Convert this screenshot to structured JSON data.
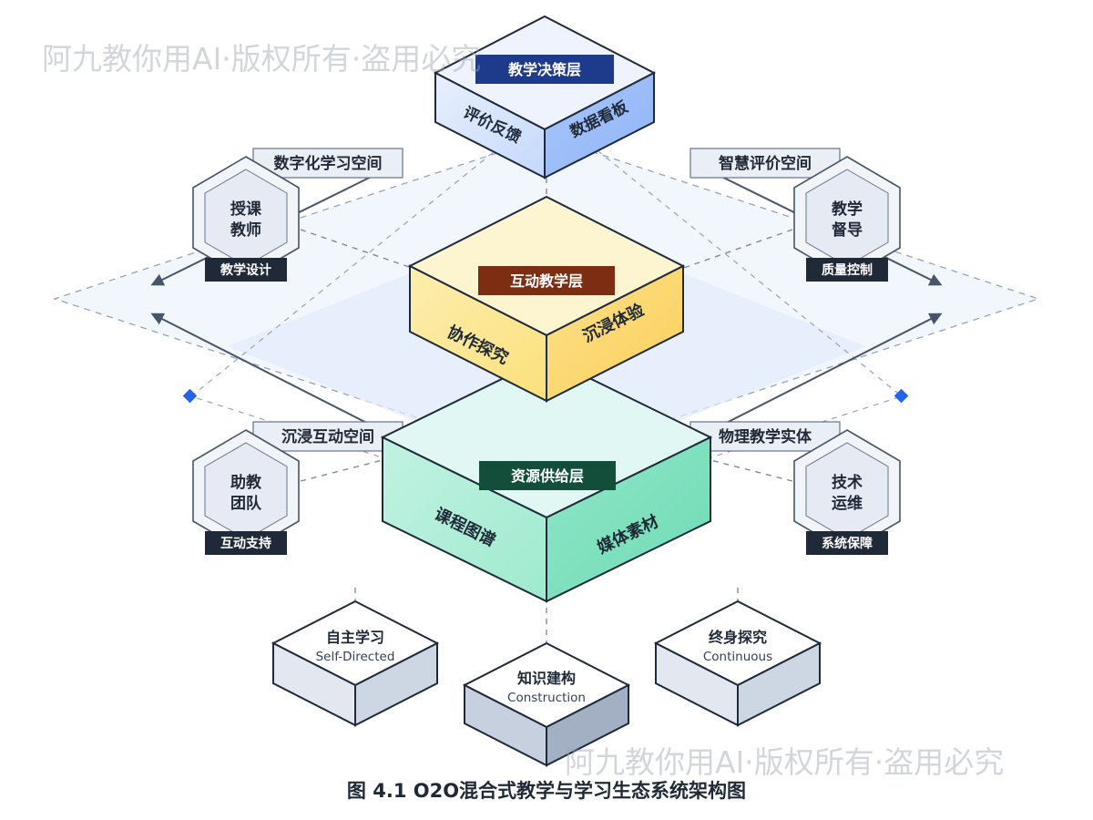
{
  "watermark": {
    "text": "阿九教你用AI·版权所有·盗用必究"
  },
  "layers": {
    "top": {
      "title": "教学决策层",
      "left_face": "评价反馈",
      "right_face": "数据看板"
    },
    "middle": {
      "title": "互动教学层",
      "left_face": "协作探究",
      "right_face": "沉浸体验"
    },
    "bottom": {
      "title": "资源供给层",
      "left_face": "课程图谱",
      "right_face": "媒体素材"
    }
  },
  "spaces": {
    "top_left": "数字化学习空间",
    "top_right": "智慧评价空间",
    "bottom_left": "沉浸互动空间",
    "bottom_right": "物理教学实体"
  },
  "roles": [
    {
      "line1": "授课",
      "line2": "教师",
      "tag": "教学设计"
    },
    {
      "line1": "教学",
      "line2": "督导",
      "tag": "质量控制"
    },
    {
      "line1": "助教",
      "line2": "团队",
      "tag": "互动支持"
    },
    {
      "line1": "技术",
      "line2": "运维",
      "tag": "系统保障"
    }
  ],
  "outcomes": [
    {
      "title": "自主学习",
      "subtitle": "Self-Directed"
    },
    {
      "title": "知识建构",
      "subtitle": "Construction"
    },
    {
      "title": "终身探究",
      "subtitle": "Continuous"
    }
  ],
  "caption": "图 4.1 O2O混合式教学与学习生态系统架构图",
  "colors": {
    "top_badge": "#1e3a8a",
    "middle_badge": "#7c2d12",
    "bottom_badge": "#134e3a",
    "dark_tag": "#1f2937",
    "accent_diamond": "#2563eb"
  }
}
